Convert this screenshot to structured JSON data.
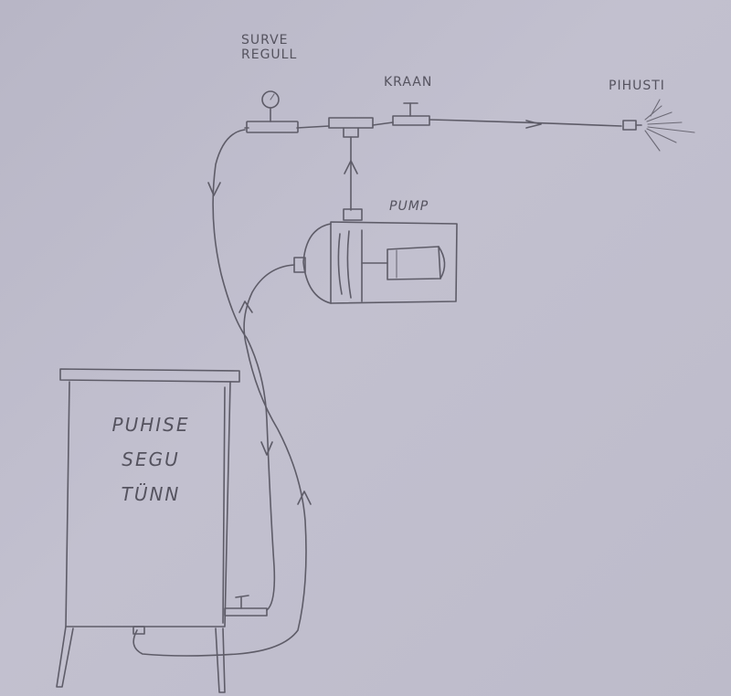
{
  "labels": {
    "surve_regull_line1": "SURVE",
    "surve_regull_line2": "REGULL",
    "kraan": "KRAAN",
    "pihusti": "PIHUSTI",
    "pump": "PUMP",
    "tank_line1": "PUHISE",
    "tank_line2": "SEGU",
    "tank_line3": "TÜNN"
  },
  "colors": {
    "paper": "#bdbbca",
    "pencil": "#5e5c68"
  }
}
